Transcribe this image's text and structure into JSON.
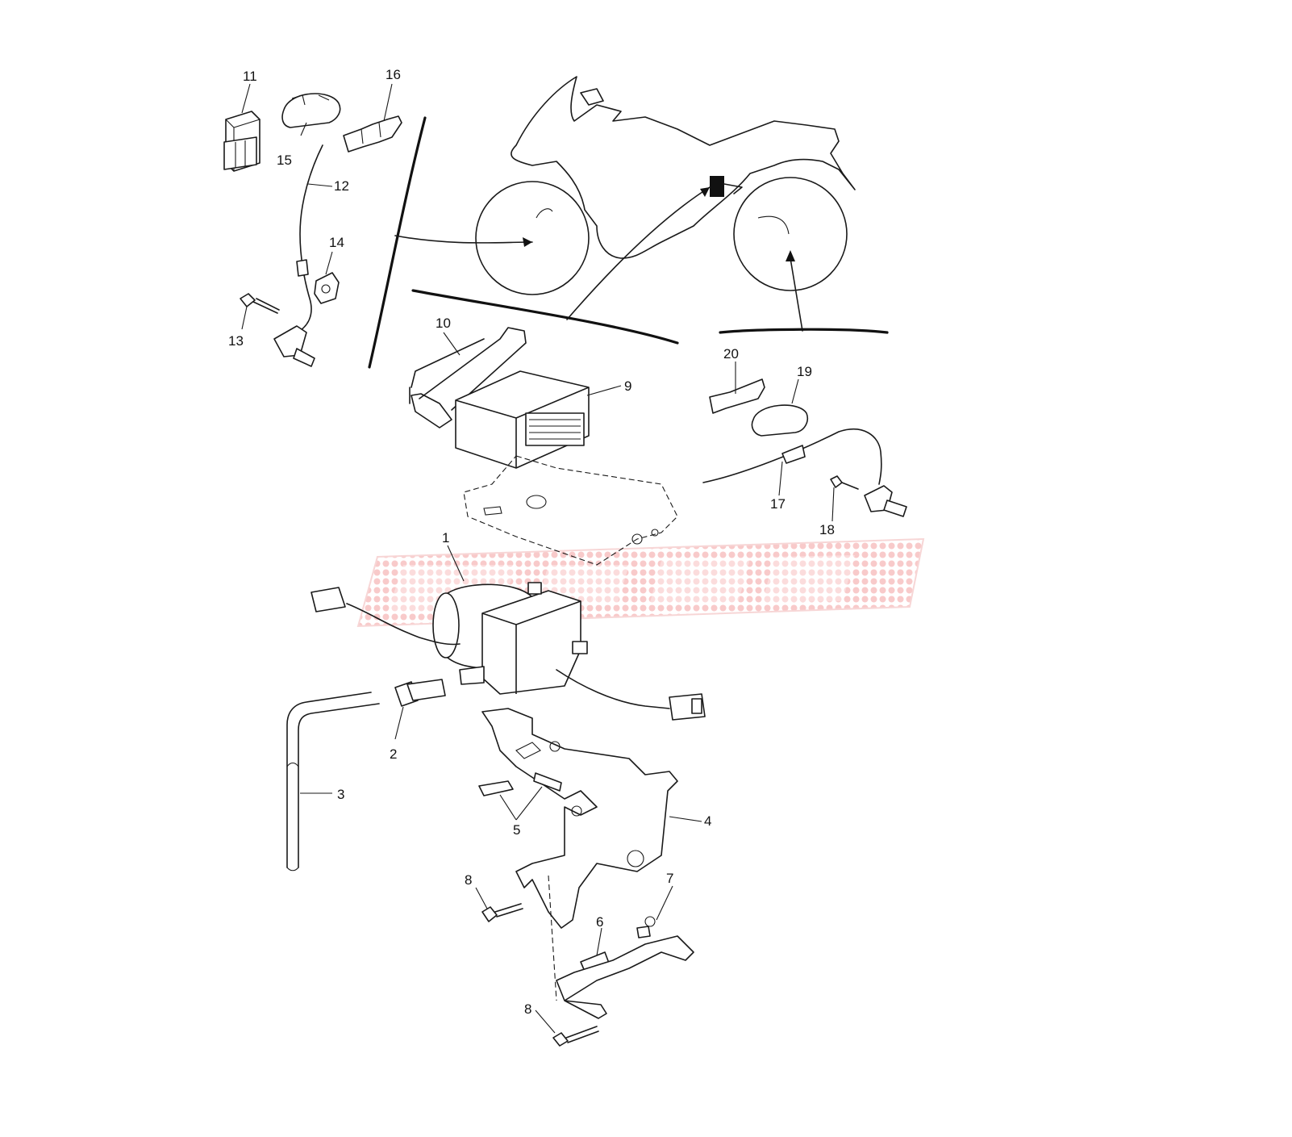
{
  "diagram": {
    "callouts": [
      {
        "id": "1",
        "label": "1"
      },
      {
        "id": "2",
        "label": "2"
      },
      {
        "id": "3",
        "label": "3"
      },
      {
        "id": "4",
        "label": "4"
      },
      {
        "id": "5",
        "label": "5"
      },
      {
        "id": "6",
        "label": "6"
      },
      {
        "id": "7",
        "label": "7"
      },
      {
        "id": "8a",
        "label": "8"
      },
      {
        "id": "8b",
        "label": "8"
      },
      {
        "id": "9",
        "label": "9"
      },
      {
        "id": "10",
        "label": "10"
      },
      {
        "id": "11",
        "label": "11"
      },
      {
        "id": "12",
        "label": "12"
      },
      {
        "id": "13",
        "label": "13"
      },
      {
        "id": "14",
        "label": "14"
      },
      {
        "id": "15",
        "label": "15"
      },
      {
        "id": "16",
        "label": "16"
      },
      {
        "id": "17",
        "label": "17"
      },
      {
        "id": "18",
        "label": "18"
      },
      {
        "id": "19",
        "label": "19"
      },
      {
        "id": "20",
        "label": "20"
      }
    ],
    "watermark": {
      "color": "#f08080"
    }
  }
}
